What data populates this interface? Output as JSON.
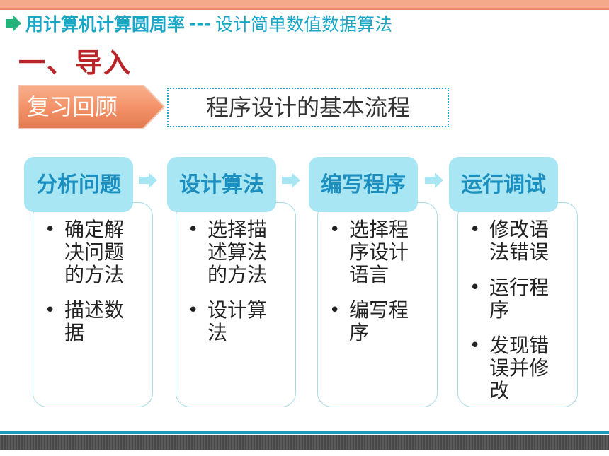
{
  "header": {
    "title_main": "用计算机计算圆周率",
    "separator": "---",
    "title_sub": "设计简单数值数据算法"
  },
  "section_heading": "一、导入",
  "review_tag": "复习回顾",
  "flow_title": "程序设计的基本流程",
  "steps": [
    {
      "title": "分析问题",
      "bullets": [
        "确定解决问题的方法",
        "描述数据"
      ]
    },
    {
      "title": "设计算法",
      "bullets": [
        "选择描述算法的方法",
        "设计算法"
      ]
    },
    {
      "title": "编写程序",
      "bullets": [
        "选择程序设计语言",
        "编写程序"
      ]
    },
    {
      "title": "运行调试",
      "bullets": [
        "修改语法错误",
        "运行程序",
        "发现错误并修改"
      ]
    }
  ],
  "colors": {
    "accent": "#1aa6c5",
    "heading_red": "#b8262a",
    "tag_orange": "#f4936a",
    "step_title_bg": "#a9e6f4",
    "arrow": "#a9e6f4"
  },
  "icons": {
    "header_marker": "right-arrow-icon",
    "flow_connector": "right-arrow-icon"
  }
}
